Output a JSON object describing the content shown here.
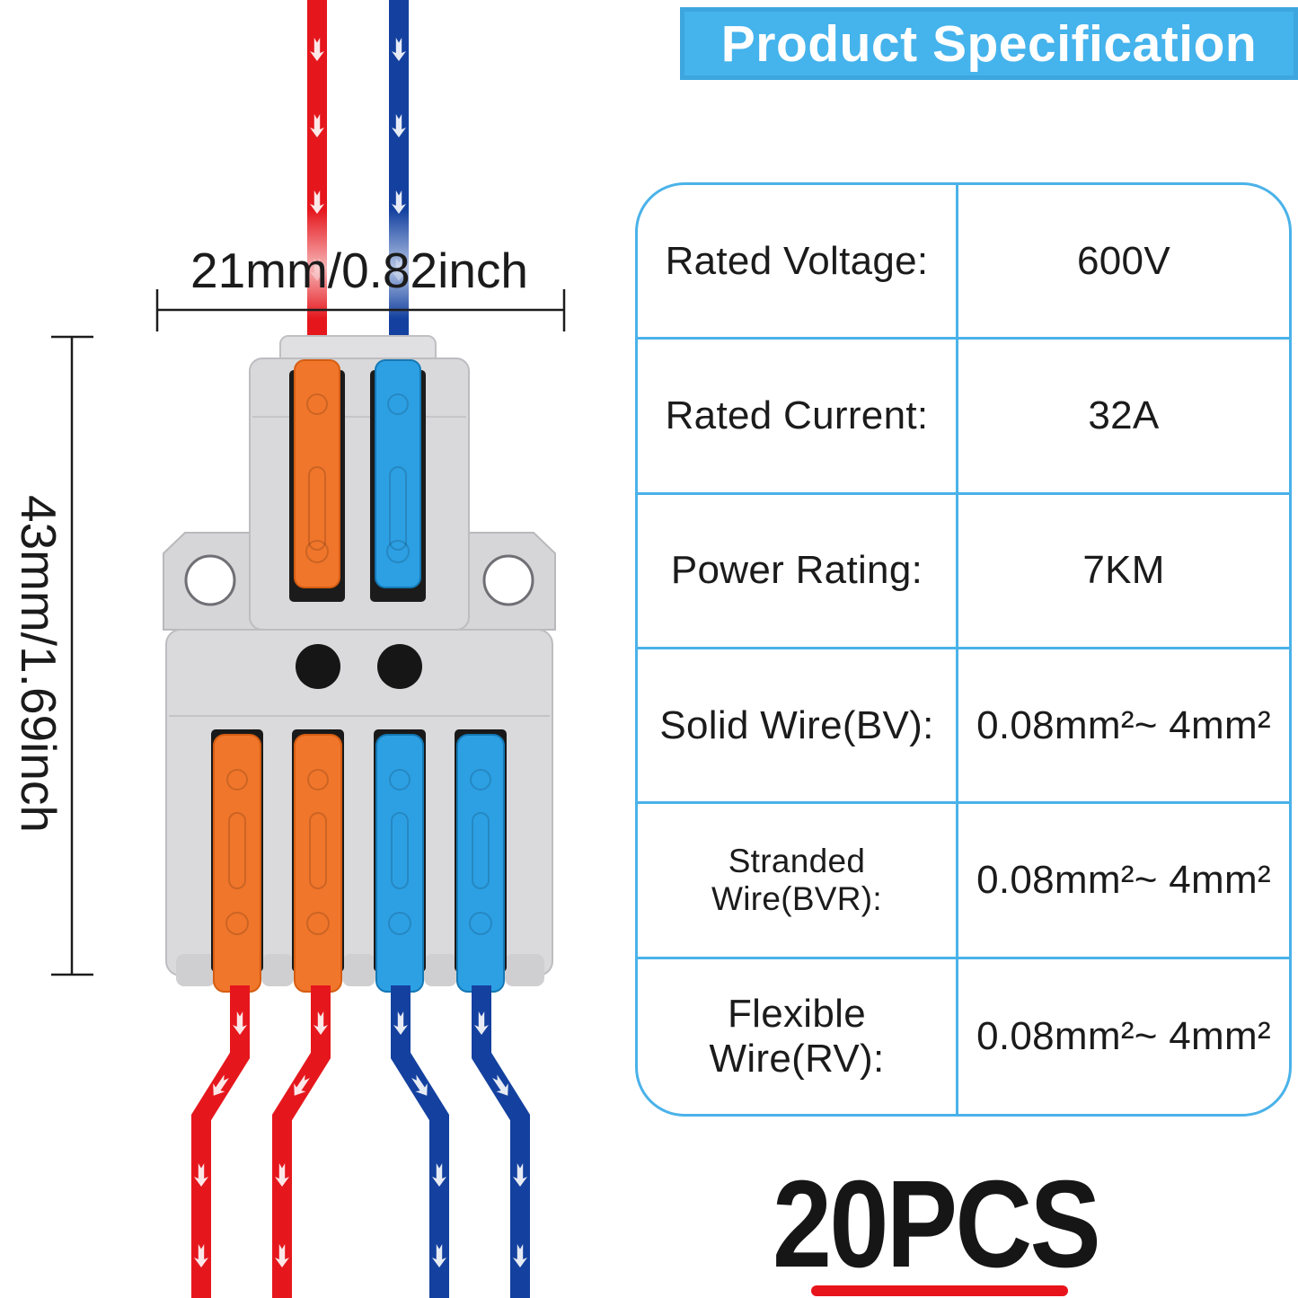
{
  "header": {
    "title": "Product Specification"
  },
  "spec_table": {
    "rows": [
      {
        "label": "Rated Voltage:",
        "value": "600V"
      },
      {
        "label": "Rated Current:",
        "value": "32A"
      },
      {
        "label": "Power Rating:",
        "value": "7KM"
      },
      {
        "label": "Solid Wire(BV):",
        "value": "0.08mm²~ 4mm²"
      },
      {
        "label": "Stranded Wire(BVR):",
        "value": "0.08mm²~ 4mm²"
      },
      {
        "label": "Flexible Wire(RV):",
        "value": "0.08mm²~ 4mm²"
      }
    ]
  },
  "quantity": {
    "label": "20PCS"
  },
  "diagram": {
    "width_label": "21mm/0.82inch",
    "height_label": "43mm/1.69inch",
    "connector": {
      "top_levers": [
        "orange",
        "blue"
      ],
      "bottom_levers": [
        "orange",
        "orange",
        "blue",
        "blue"
      ],
      "input_wires": [
        "red",
        "blue"
      ],
      "output_wires": [
        "red",
        "red",
        "blue",
        "blue"
      ]
    },
    "colors": {
      "header_blue": "#45b3ec",
      "table_border": "#4ab2e9",
      "wire_red": "#e5171d",
      "wire_blue": "#14419f",
      "lever_orange": "#f0762b",
      "lever_blue": "#2da0e4",
      "body_gray": "#d9d9db",
      "underline_red": "#e8141b"
    }
  }
}
